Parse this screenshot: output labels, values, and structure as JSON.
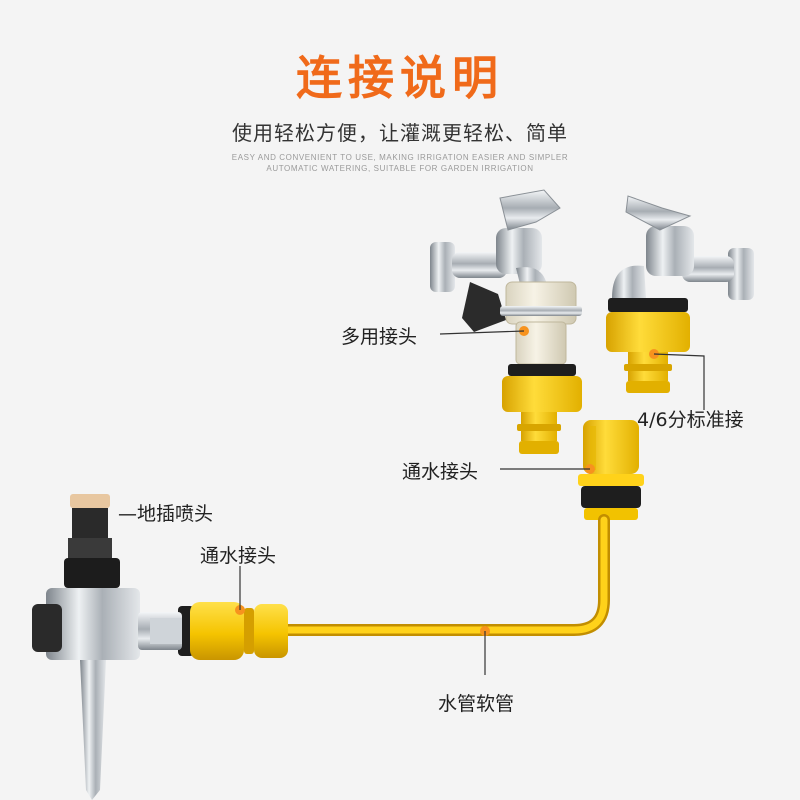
{
  "header": {
    "title": "连接说明",
    "subtitle": "使用轻松方便，让灌溉更轻松、简单",
    "en_line1": "EASY AND CONVENIENT TO USE, MAKING IRRIGATION EASIER AND SIMPLER",
    "en_line2": "AUTOMATIC WATERING, SUITABLE FOR GARDEN IRRIGATION"
  },
  "labels": {
    "multi_connector": "多用接头",
    "standard_connector": "4/6分标准接",
    "water_connector_right": "通水接头",
    "ground_sprinkler": "—地插喷头",
    "water_connector_left": "通水接头",
    "hose": "水管软管"
  },
  "colors": {
    "title_orange": "#f06a1a",
    "connector_yellow": "#f5c400",
    "marker_orange": "#f7931e",
    "chrome": "#c9ced3"
  }
}
